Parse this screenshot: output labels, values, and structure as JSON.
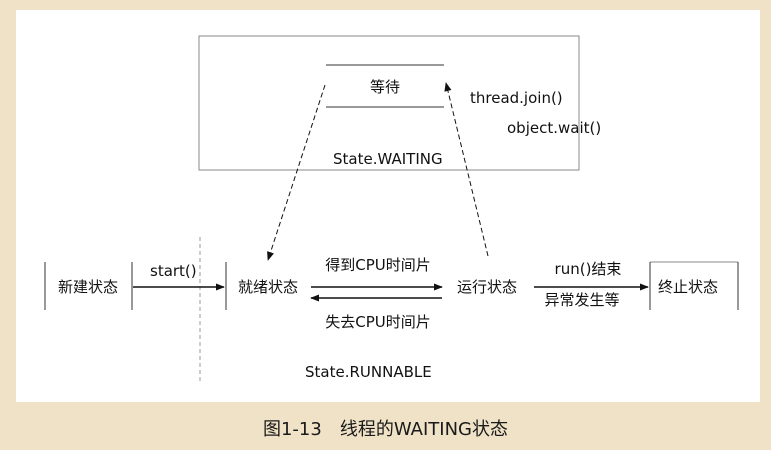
{
  "figure": {
    "caption": "图1-13　线程的WAITING状态"
  },
  "diagram": {
    "states": {
      "waiting": "等待",
      "new": "新建状态",
      "ready": "就绪状态",
      "running": "运行状态",
      "terminated": "终止状态"
    },
    "regions": {
      "waiting_label": "State.WAITING",
      "runnable_label": "State.RUNNABLE"
    },
    "transitions": {
      "start": "start()",
      "get_cpu": "得到CPU时间片",
      "lose_cpu": "失去CPU时间片",
      "join": "thread.join()",
      "wait": "object.wait()",
      "run_end": "run()结束",
      "exception": "异常发生等"
    }
  }
}
